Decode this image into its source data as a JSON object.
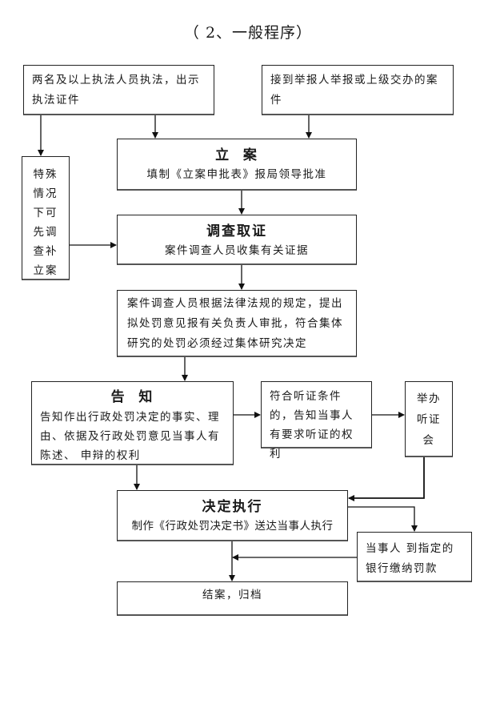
{
  "title": "（ 2、一般程序）",
  "boxes": {
    "two_officers": "两名及以上执法人员执法，出示执法证件",
    "report_received": "接到举报人举报或上级交办的案件",
    "special_case": "特殊情况下可先调查补立案",
    "filing": {
      "head": "立  案",
      "sub": "填制《立案申批表》报局领导批准"
    },
    "investigation": {
      "head": "调查取证",
      "sub": "案件调查人员收集有关证据"
    },
    "proposal": "案件调查人员根据法律法规的规定，提出拟处罚意见报有关负责人审批，符合集体研究的处罚必须经过集体研究决定",
    "notification": {
      "head": "告  知",
      "sub": "告知作出行政处罚决定的事实、理由、依据及行政处罚意见当事人有陈述、 申辩的权利"
    },
    "hearing_right": "符合听证条件的，告知当事人有要求听证的权利",
    "hearing": "举办听证会",
    "decision": {
      "head": "决定执行",
      "sub": "制作《行政处罚决定书》送达当事人执行"
    },
    "payment": "当事人 到指定的银行缴纳罚款",
    "close": "结案，归档"
  }
}
